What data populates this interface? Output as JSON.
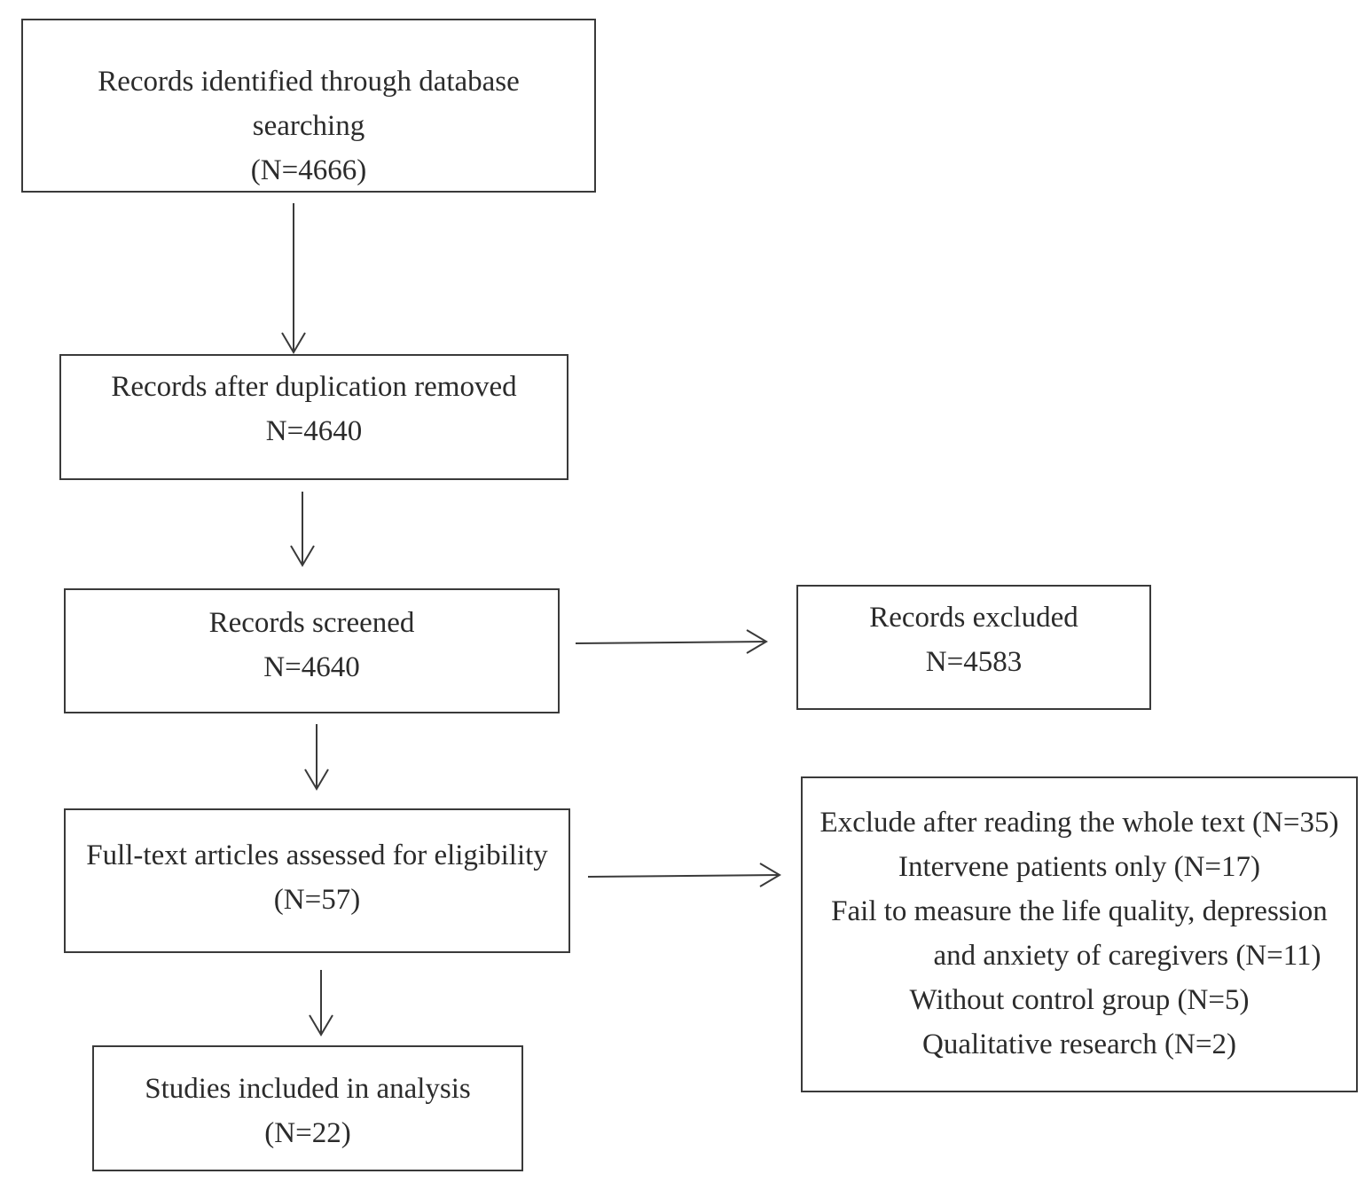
{
  "nodes": {
    "identified": {
      "lines": [
        "Records  identified through database",
        "searching",
        "(N=4666)"
      ]
    },
    "dedup": {
      "lines": [
        "Records  after duplication removed",
        "N=4640"
      ]
    },
    "screened": {
      "lines": [
        "Records  screened",
        "N=4640"
      ]
    },
    "excluded": {
      "lines": [
        "Records excluded",
        "N=4583"
      ]
    },
    "fulltext": {
      "lines": [
        "Full-text articles assessed for eligibility",
        "(N=57)"
      ]
    },
    "exclude_reasons": {
      "lines": [
        "Exclude after reading the whole text (N=35)",
        "Intervene patients only (N=17)",
        "Fail to measure the life quality, depression",
        "and anxiety of caregivers (N=11)",
        "Without control group (N=5)",
        "Qualitative research (N=2)"
      ]
    },
    "included": {
      "lines": [
        "Studies included in analysis",
        "(N=22)"
      ]
    }
  },
  "colors": {
    "border": "#3a3a3a",
    "arrow": "#3a3a3a",
    "text": "#2b2b2b"
  }
}
